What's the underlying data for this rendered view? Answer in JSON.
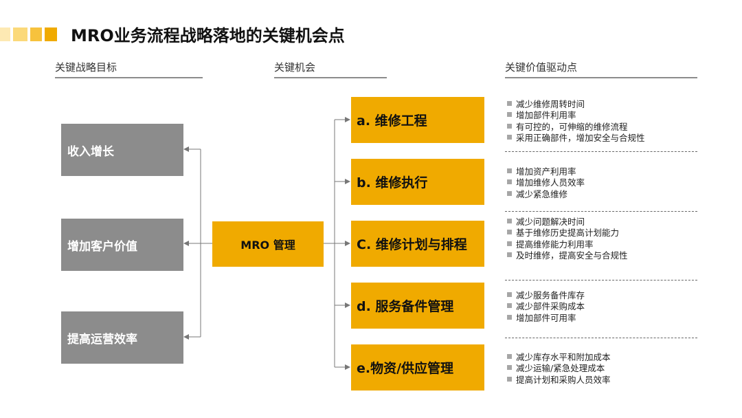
{
  "title": "MRO业务流程战略落地的关键机会点",
  "colors": {
    "accent": "#f0aa00",
    "goal_box": "#8c8c8c",
    "bullet": "#a6a6a6"
  },
  "columns": {
    "goals": "关键战略目标",
    "opportunities": "关键机会",
    "drivers": "关键价值驱动点"
  },
  "goals": [
    "收入增长",
    "增加客户价值",
    "提高运营效率"
  ],
  "center": "MRO 管理",
  "opportunities": [
    {
      "label": "a.  维修工程",
      "drivers": [
        "减少维修周转时间",
        "增加部件利用率",
        "有可控的，可伸缩的维修流程",
        "采用正确部件，增加安全与合规性"
      ]
    },
    {
      "label": "b.  维修执行",
      "drivers": [
        "增加资产利用率",
        "增加维修人员效率",
        "减少紧急维修"
      ]
    },
    {
      "label": "C. 维修计划与排程",
      "drivers": [
        "减少问题解决时间",
        "基于维修历史提高计划能力",
        "提高维修能力利用率",
        "及时维修，提高安全与合规性"
      ]
    },
    {
      "label": "d. 服务备件管理",
      "drivers": [
        "减少服务备件库存",
        "减少部件采购成本",
        "增加部件可用率"
      ]
    },
    {
      "label": "e.物资/供应管理",
      "drivers": [
        "减少库存水平和附加成本",
        "减少运输/紧急处理成本",
        "提高计划和采购人员效率"
      ]
    }
  ]
}
